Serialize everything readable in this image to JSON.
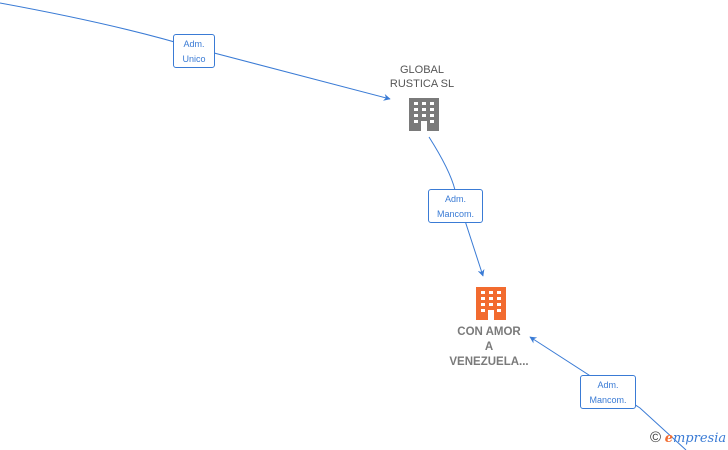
{
  "nodes": {
    "global_rustica": {
      "line1": "GLOBAL",
      "line2": "RUSTICA SL",
      "icon": "building-icon",
      "color": "#7a7a7a"
    },
    "con_amor": {
      "line1": "CON AMOR",
      "line2": "A",
      "line3": "VENEZUELA...",
      "icon": "building-icon",
      "color": "#f26b2f"
    }
  },
  "edges": [
    {
      "label_line1": "Adm.",
      "label_line2": "Unico"
    },
    {
      "label_line1": "Adm.",
      "label_line2": "Mancom."
    },
    {
      "label_line1": "Adm.",
      "label_line2": "Mancom."
    }
  ],
  "colors": {
    "edge": "#3a7bd5"
  },
  "watermark": {
    "copyright": "©",
    "brand_first": "e",
    "brand_rest": "mpresia"
  }
}
